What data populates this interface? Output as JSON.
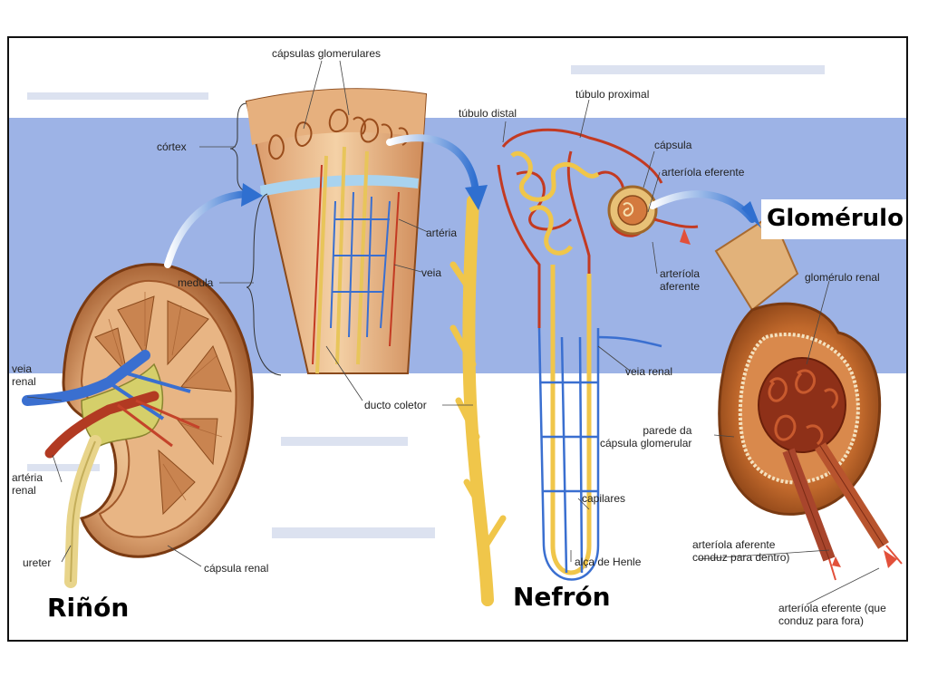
{
  "colors": {
    "band": "#9db3e6",
    "artery": "#c33a22",
    "vein": "#3a6fd0",
    "tubule": "#f0c64a",
    "tissue": "#e2a877",
    "kidney_dark": "#a8602c"
  },
  "labels": {
    "capsulas_glomerulares": "cápsulas glomerulares",
    "cortex": "córtex",
    "medula": "medula",
    "arteria": "artéria",
    "veia": "veia",
    "ducto_coletor": "ducto coletor",
    "veia_renal": "veia\nrenal",
    "arteria_renal": "artéria\nrenal",
    "ureter": "ureter",
    "capsula_renal": "cápsula renal",
    "tubulo_distal": "túbulo distal",
    "tubulo_proximal": "túbulo proximal",
    "capsula": "cápsula",
    "arteriola_eferente": "arteríola eferente",
    "arteriola_aferente": "arteríola\naferente",
    "veia_renal_nefron": "veia renal",
    "capilares": "capilares",
    "alca_henle": "alça de Henle",
    "glomerulo_renal": "glomérulo renal",
    "parede_capsula": "parede da\ncápsula glomerular",
    "aferente_dentro": "arteríola aferente\nconduz para dentro)",
    "eferente_fora": "arteríola eferente (que\nconduz para fora)"
  },
  "titles": {
    "rinon": "Riñón",
    "nefron": "Nefrón",
    "glomerulo": "Glomérulo"
  }
}
